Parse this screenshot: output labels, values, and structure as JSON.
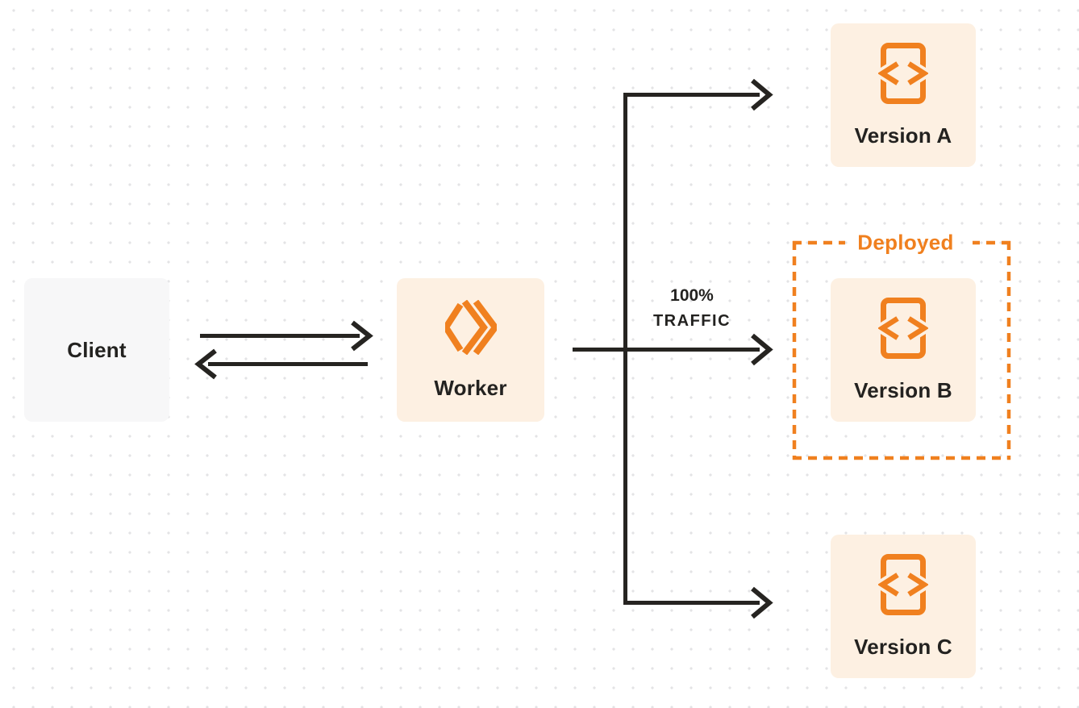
{
  "colors": {
    "accent_orange": "#F0801F",
    "node_cream_bg": "#FDF0E2",
    "node_gray_bg": "#F7F7F8",
    "arrow_dark": "#262421",
    "text_dark": "#232220",
    "dot_grid": "#E3E3E5",
    "page_bg": "#FFFFFF"
  },
  "nodes": {
    "client": {
      "label": "Client"
    },
    "worker": {
      "label": "Worker",
      "icon": "cloudflare-workers-icon"
    },
    "versions": [
      {
        "label": "Version A",
        "icon": "code-document-icon"
      },
      {
        "label": "Version B",
        "icon": "code-document-icon",
        "status": "Deployed"
      },
      {
        "label": "Version C",
        "icon": "code-document-icon"
      }
    ]
  },
  "annotations": {
    "traffic": {
      "line1": "100%",
      "line2": "TRAFFIC"
    },
    "deployed_label": "Deployed"
  }
}
